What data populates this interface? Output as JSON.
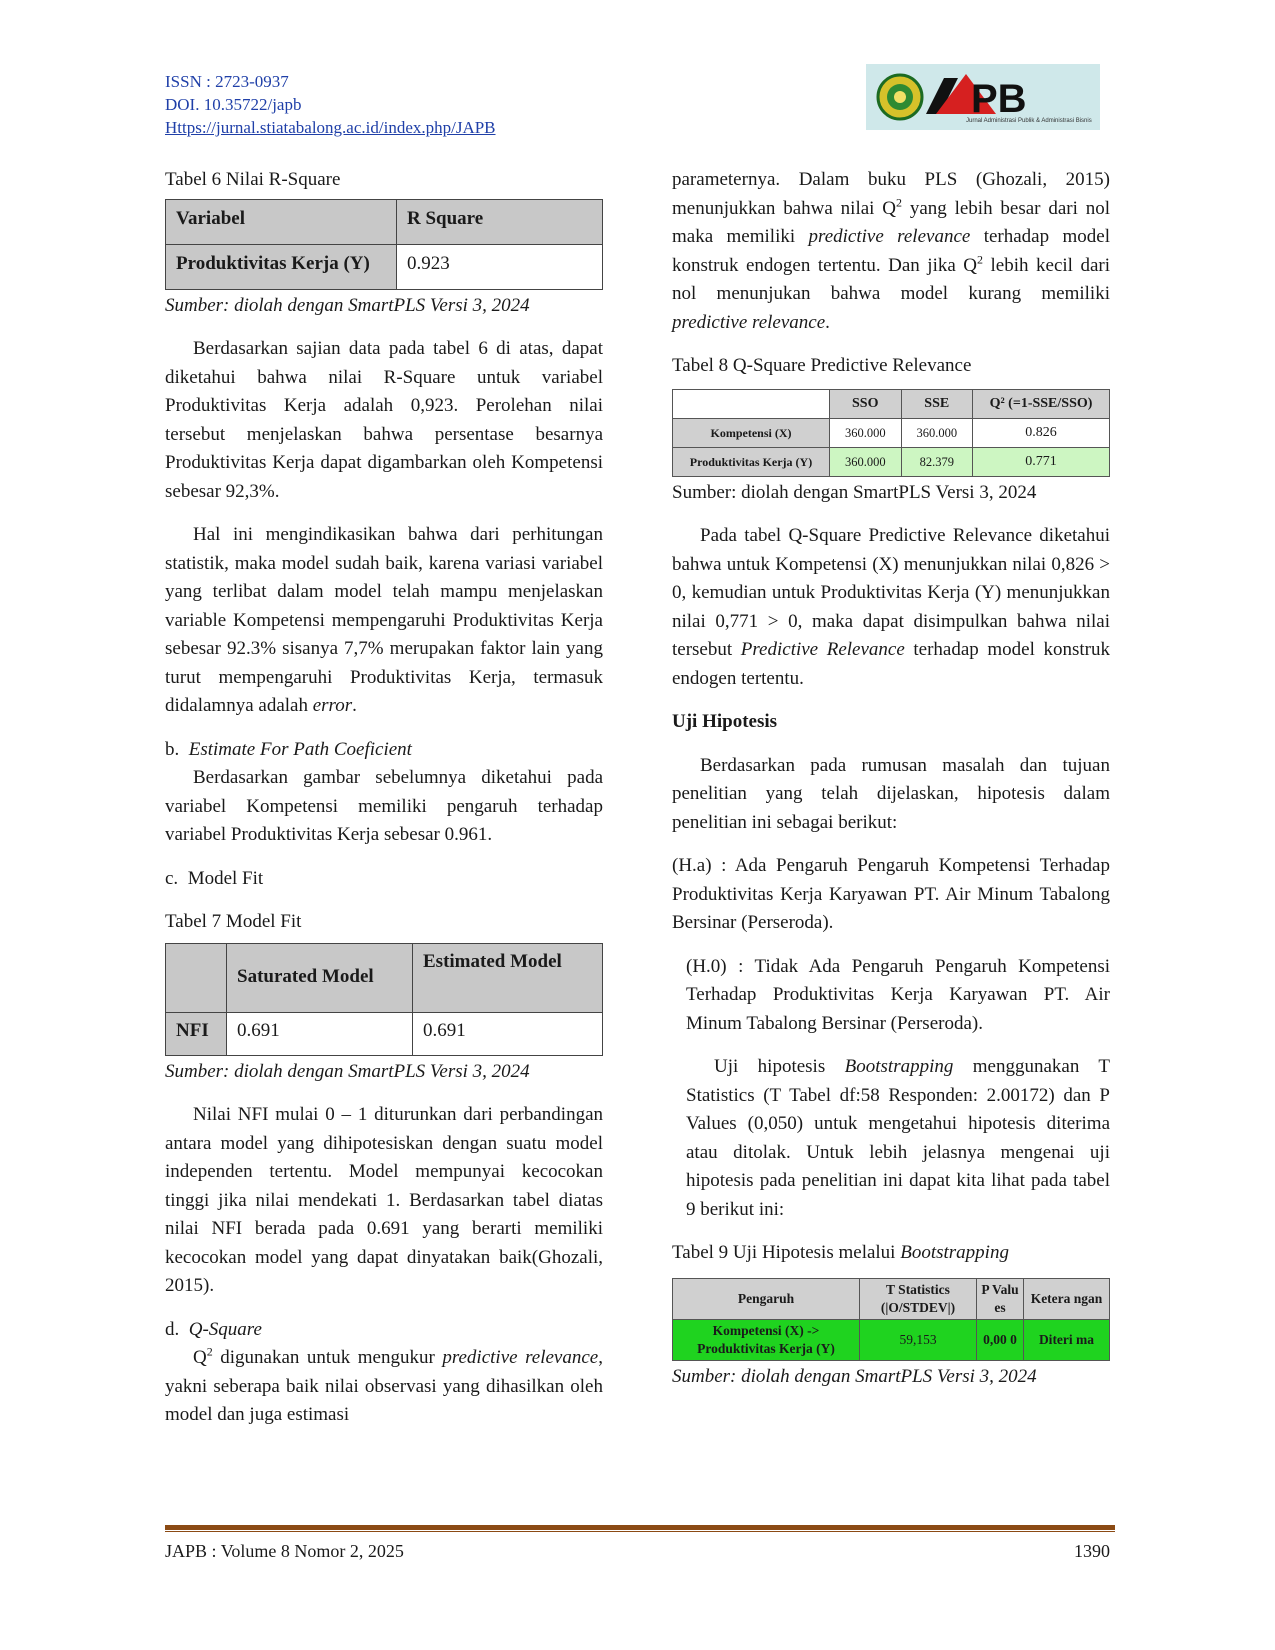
{
  "header": {
    "issn": "ISSN : 2723-0937",
    "doi": "DOI. 10.35722/japb",
    "url": "Https://jurnal.stiatabalong.ac.id/index.php/JAPB",
    "logo_text": "JAPB",
    "logo_subtext": "Jurnal Administrasi Publik & Administrasi Bisnis"
  },
  "left": {
    "t6_caption": "Tabel 6 Nilai R-Square",
    "t6": {
      "h1": "Variabel",
      "h2": "R Square",
      "r1": "Produktivitas Kerja (Y)",
      "v1": "0.923"
    },
    "t6_source": "Sumber: diolah dengan SmartPLS Versi 3, 2024",
    "p1": "Berdasarkan sajian data pada tabel 6 di atas, dapat diketahui bahwa nilai R-Square untuk variabel Produktivitas Kerja adalah 0,923. Perolehan nilai tersebut menjelaskan bahwa persentase besarnya Produktivitas Kerja dapat digambarkan oleh Kompetensi sebesar 92,3%.",
    "p2": "Hal ini mengindikasikan bahwa dari perhitungan statistik, maka model sudah baik, karena variasi variabel yang terlibat dalam model telah mampu menjelaskan variable Kompetensi mempengaruhi Produktivitas Kerja sebesar 92.3% sisanya 7,7% merupakan faktor lain yang turut mempengaruhi Produktivitas Kerja, termasuk didalamnya adalah",
    "p2_italic": "error",
    "p2_end": ".",
    "b_label": "b.",
    "b_title": "Estimate For Path Coeficient",
    "p3": "Berdasarkan gambar sebelumnya diketahui pada variabel Kompetensi memiliki pengaruh terhadap variabel Produktivitas Kerja sebesar 0.961.",
    "c_label": "c.",
    "c_title": "Model Fit",
    "t7_caption": "Tabel 7 Model Fit",
    "t7": {
      "h1": "",
      "h2": "Saturated Model",
      "h3": "Estimated Model",
      "r1": "NFI",
      "v1": "0.691",
      "v2": "0.691"
    },
    "t7_source": "Sumber: diolah dengan SmartPLS Versi 3, 2024",
    "p4": "Nilai NFI mulai 0 – 1 diturunkan dari perbandingan antara model yang dihipotesiskan dengan suatu model independen tertentu. Model mempunyai kecocokan tinggi jika nilai mendekati 1. Berdasarkan tabel diatas nilai NFI berada pada 0.691 yang berarti memiliki kecocokan model yang dapat dinyatakan baik(Ghozali, 2015).",
    "d_label": "d.",
    "d_title": "Q-Square",
    "p5_q": "Q",
    "p5_sup": "2",
    "p5_a": " digunakan untuk mengukur ",
    "p5_i1": "predictive relevance",
    "p5_b": ", yakni seberapa baik nilai observasi yang dihasilkan oleh model dan juga estimasi"
  },
  "right": {
    "p1_a": "parameternya. Dalam buku PLS (Ghozali, 2015) menunjukkan bahwa nilai Q",
    "p1_sup1": "2",
    "p1_b": " yang lebih besar dari nol maka memiliki ",
    "p1_i1": "predictive relevance",
    "p1_c": " terhadap model konstruk endogen tertentu. Dan jika Q",
    "p1_sup2": "2",
    "p1_d": " lebih kecil dari nol  menunjukan bahwa model kurang memiliki ",
    "p1_i2": "predictive relevance",
    "p1_e": ".",
    "t8_caption": "Tabel 8 Q-Square Predictive Relevance",
    "t8": {
      "headers": [
        "",
        "SSO",
        "SSE",
        "Q² (=1-SSE/SSO)"
      ],
      "rows": [
        [
          "Kompetensi (X)",
          "360.000",
          "360.000",
          "0.826"
        ],
        [
          "Produktivitas Kerja (Y)",
          "360.000",
          "82.379",
          "0.771"
        ]
      ]
    },
    "t8_source": "Sumber: diolah dengan SmartPLS Versi 3, 2024",
    "p2_a": "Pada tabel Q-Square Predictive Relevance diketahui bahwa untuk Kompetensi (X) menunjukkan nilai 0,826 > 0, kemudian untuk Produktivitas Kerja (Y) menunjukkan nilai 0,771 > 0, maka dapat disimpulkan bahwa nilai tersebut ",
    "p2_i": "Predictive Relevance",
    "p2_b": " terhadap model konstruk endogen tertentu.",
    "heading": "Uji Hipotesis",
    "p3": "Berdasarkan pada rumusan masalah dan tujuan penelitian yang telah dijelaskan, hipotesis dalam penelitian ini sebagai berikut:",
    "ha": "(H.a) :  Ada Pengaruh Pengaruh Kompetensi Terhadap Produktivitas Kerja Karyawan PT. Air Minum Tabalong Bersinar (Perseroda).",
    "h0": "(H.0) : Tidak Ada Pengaruh Pengaruh Kompetensi Terhadap Produktivitas Kerja Karyawan PT. Air Minum Tabalong Bersinar (Perseroda).",
    "p4_a": "Uji hipotesis ",
    "p4_i": "Bootstrapping",
    "p4_b": " menggunakan T Statistics (T Tabel df:58 Responden: 2.00172) dan P Values (0,050) untuk mengetahui hipotesis diterima atau ditolak. Untuk lebih jelasnya mengenai uji hipotesis pada penelitian ini dapat kita lihat pada tabel 9 berikut ini:",
    "t9_caption_a": "Tabel 9 Uji Hipotesis melalui ",
    "t9_caption_i": "Bootstrapping",
    "t9": {
      "h1": "Pengaruh",
      "h2": "T Statistics (|O/STDEV|)",
      "h3": "P Valu es",
      "h4": "Ketera ngan",
      "r1": "Kompetensi (X) -> Produktivitas Kerja (Y)",
      "v1": "59,153",
      "v2": "0,00 0",
      "v3": "Diteri ma"
    },
    "t9_source": "Sumber: diolah dengan SmartPLS Versi 3, 2024"
  },
  "footer": {
    "journal": "JAPB : Volume 8 Nomor 2, 2025",
    "page": "1390"
  },
  "colors": {
    "link": "#1f3fa8",
    "rule": "#8b4a14",
    "green_light": "#cdf6c2",
    "green": "#1fd31f",
    "gray": "#c8c8c8"
  }
}
